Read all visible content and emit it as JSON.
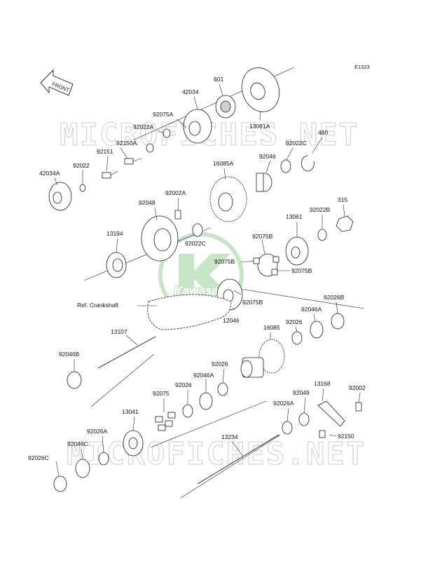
{
  "diagram": {
    "code": "E1323",
    "front_label": "FRONT",
    "watermark": "MICROFICHES.NET",
    "logo_text": "Kawasaki",
    "reference_label": "Ref. Crankshaft",
    "part_numbers": {
      "p42034": "42034",
      "p601": "601",
      "p13061A": "13061A",
      "p92075A": "92075A",
      "p92022A": "92022A",
      "p480": "480",
      "p92022C_a": "92022C",
      "p92046_a": "92046",
      "p92150A": "92150A",
      "p92151": "92151",
      "p92022": "92022",
      "p42034A": "42034A",
      "p16085A": "16085A",
      "p92002A": "92002A",
      "p92048": "92048",
      "p315": "315",
      "p13061": "13061",
      "p92022B": "92022B",
      "p92022C_b": "92022C",
      "p13194": "13194",
      "p92075B_a": "92075B",
      "p92075B_b": "92075B",
      "p92075B_c": "92075B",
      "p92075B_d": "92075B",
      "p12046": "12046",
      "p92026B": "92026B",
      "p92046A_a": "92046A",
      "p92026_a": "92026",
      "p16085": "16085",
      "p13107": "13107",
      "p92046B": "92046B",
      "p92026_b": "92026",
      "p92026_c": "92026",
      "p92046A_b": "92046A",
      "p92075": "92075",
      "p13168": "13168",
      "p92002": "92002",
      "p92049": "92049",
      "p92026A_a": "92026A",
      "p13041": "13041",
      "p92026A_b": "92026A",
      "p92150": "92150",
      "p13234": "13234",
      "p92046C": "92046C",
      "p92026C": "92026C"
    }
  }
}
